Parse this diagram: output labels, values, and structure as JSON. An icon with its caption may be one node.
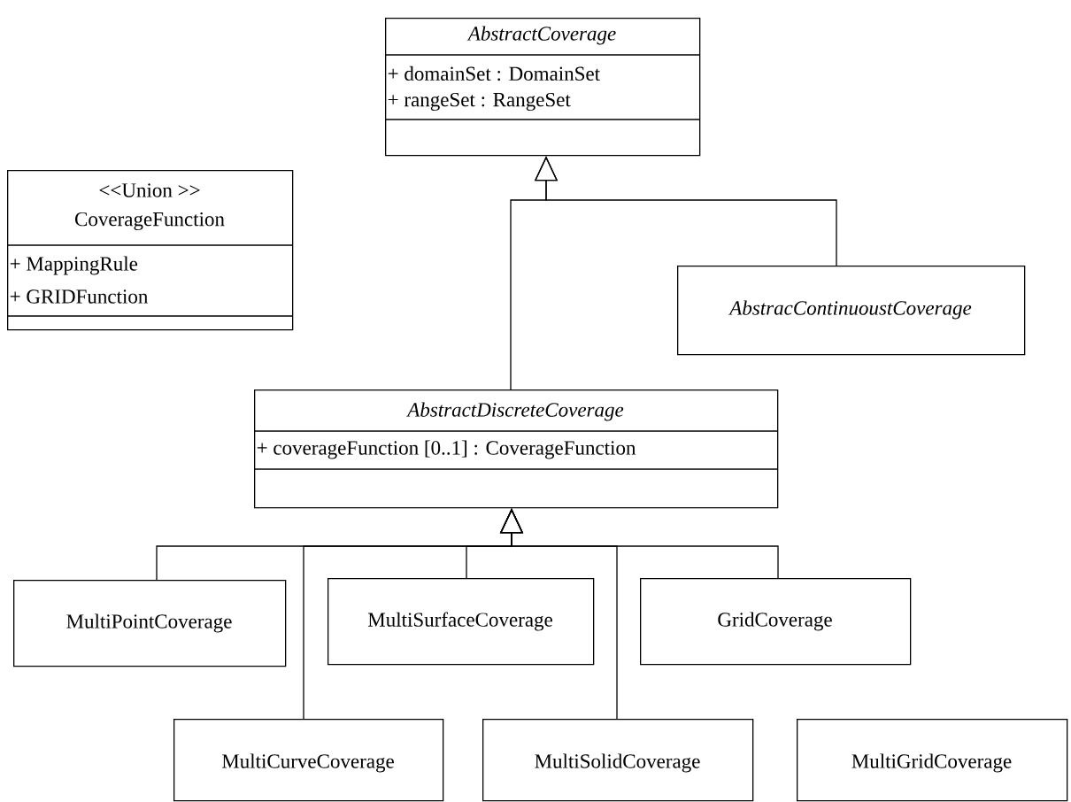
{
  "diagram": {
    "nodes": [
      {
        "text": [
          "AbstractCoverage",
          "+ domainSet : DomainSet",
          "+ rangeSet : RangeSet"
        ]
      },
      {
        "text": [
          "<<Union >>",
          "CoverageFunction",
          "+ MappingRule",
          "+ GRIDFunction"
        ]
      },
      {
        "text": [
          "AbstracContinuoustCoverage"
        ]
      },
      {
        "text": [
          "AbstractDiscreteCoverage",
          "+ coverageFunction [0..1] : CoverageFunction"
        ]
      },
      {
        "text": [
          "MultiPointCoverage"
        ]
      },
      {
        "text": [
          "MultiSurfaceCoverage"
        ]
      },
      {
        "text": [
          "GridCoverage"
        ]
      },
      {
        "text": [
          "MultiCurveCoverage"
        ]
      },
      {
        "text": [
          "MultiSolidCoverage"
        ]
      },
      {
        "text": [
          "MultiGridCoverage"
        ]
      }
    ],
    "edges": [
      {
        "from": 3,
        "to": 0,
        "arrow": "to"
      },
      {
        "from": 2,
        "to": 0,
        "arrow": "to"
      },
      {
        "from": 4,
        "to": 3,
        "arrow": "to"
      },
      {
        "from": 7,
        "to": 3,
        "arrow": "to"
      },
      {
        "from": 5,
        "to": 3,
        "arrow": "to"
      },
      {
        "from": 8,
        "to": 3,
        "arrow": "to"
      },
      {
        "from": 6,
        "to": 3,
        "arrow": "to"
      }
    ]
  }
}
